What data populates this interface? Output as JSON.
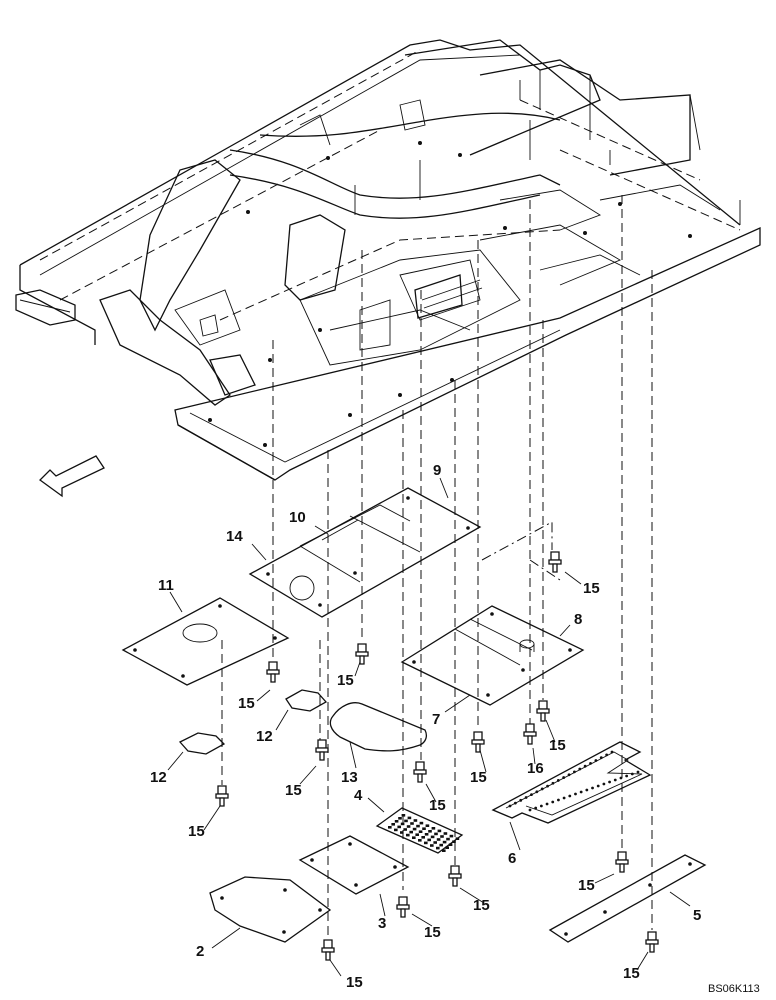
{
  "diagram": {
    "code": "BS06K113",
    "callouts": [
      {
        "id": "c2",
        "text": "2"
      },
      {
        "id": "c3",
        "text": "3"
      },
      {
        "id": "c4",
        "text": "4"
      },
      {
        "id": "c5",
        "text": "5"
      },
      {
        "id": "c6",
        "text": "6"
      },
      {
        "id": "c7",
        "text": "7"
      },
      {
        "id": "c8",
        "text": "8"
      },
      {
        "id": "c9",
        "text": "9"
      },
      {
        "id": "c10",
        "text": "10"
      },
      {
        "id": "c11",
        "text": "11"
      },
      {
        "id": "c12a",
        "text": "12"
      },
      {
        "id": "c12b",
        "text": "12"
      },
      {
        "id": "c13",
        "text": "13"
      },
      {
        "id": "c14",
        "text": "14"
      },
      {
        "id": "c16",
        "text": "16"
      },
      {
        "id": "c15a",
        "text": "15"
      },
      {
        "id": "c15b",
        "text": "15"
      },
      {
        "id": "c15c",
        "text": "15"
      },
      {
        "id": "c15d",
        "text": "15"
      },
      {
        "id": "c15e",
        "text": "15"
      },
      {
        "id": "c15f",
        "text": "15"
      },
      {
        "id": "c15g",
        "text": "15"
      },
      {
        "id": "c15h",
        "text": "15"
      },
      {
        "id": "c15i",
        "text": "15"
      },
      {
        "id": "c15j",
        "text": "15"
      },
      {
        "id": "c15k",
        "text": "15"
      },
      {
        "id": "c15l",
        "text": "15"
      },
      {
        "id": "c15m",
        "text": "15"
      },
      {
        "id": "c15n",
        "text": "15"
      }
    ]
  }
}
